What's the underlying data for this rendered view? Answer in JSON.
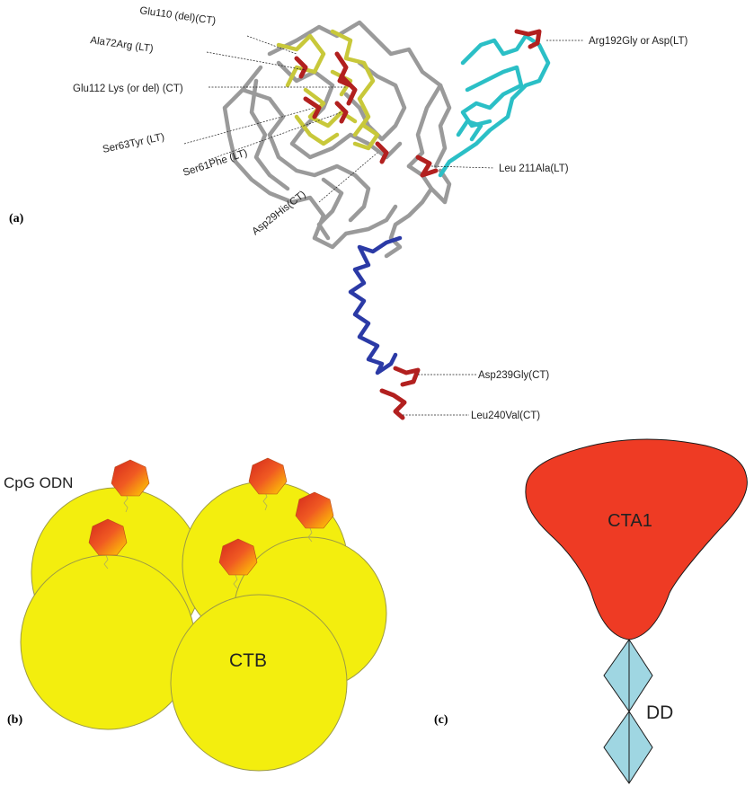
{
  "panels": {
    "a": {
      "panel_label": "(a)",
      "labels": {
        "glu110": "Glu110 (del)(CT)",
        "ala72": "Ala72Arg (LT)",
        "glu112": "Glu112 Lys (or del) (CT)",
        "ser63": "Ser63Tyr (LT)",
        "ser61": "Ser61Phe (LT)",
        "asp29": "Asp29His(CT)",
        "arg192": "Arg192Gly or Asp(LT)",
        "leu211": "Leu 211Ala(LT)",
        "asp239": "Asp239Gly(CT)",
        "leu240": "Leu240Val(CT)"
      },
      "colors": {
        "backbone": "#9a9a9a",
        "yellow_region": "#c8c83a",
        "cyan_region": "#2bbfc6",
        "blue_region": "#2b3aa6",
        "mutation": "#b2201f"
      }
    },
    "b": {
      "panel_label": "(b)",
      "labels": {
        "cpg": "CpG ODN",
        "ctb": "CTB"
      },
      "colors": {
        "ctb_fill": "#f3ee0e",
        "ctb_stroke": "#9c9a45"
      }
    },
    "c": {
      "panel_label": "(c)",
      "labels": {
        "cta1": "CTA1",
        "dd": "DD"
      },
      "colors": {
        "cta1_fill": "#ee3b24",
        "dd_fill": "#9fd6e2"
      }
    }
  }
}
